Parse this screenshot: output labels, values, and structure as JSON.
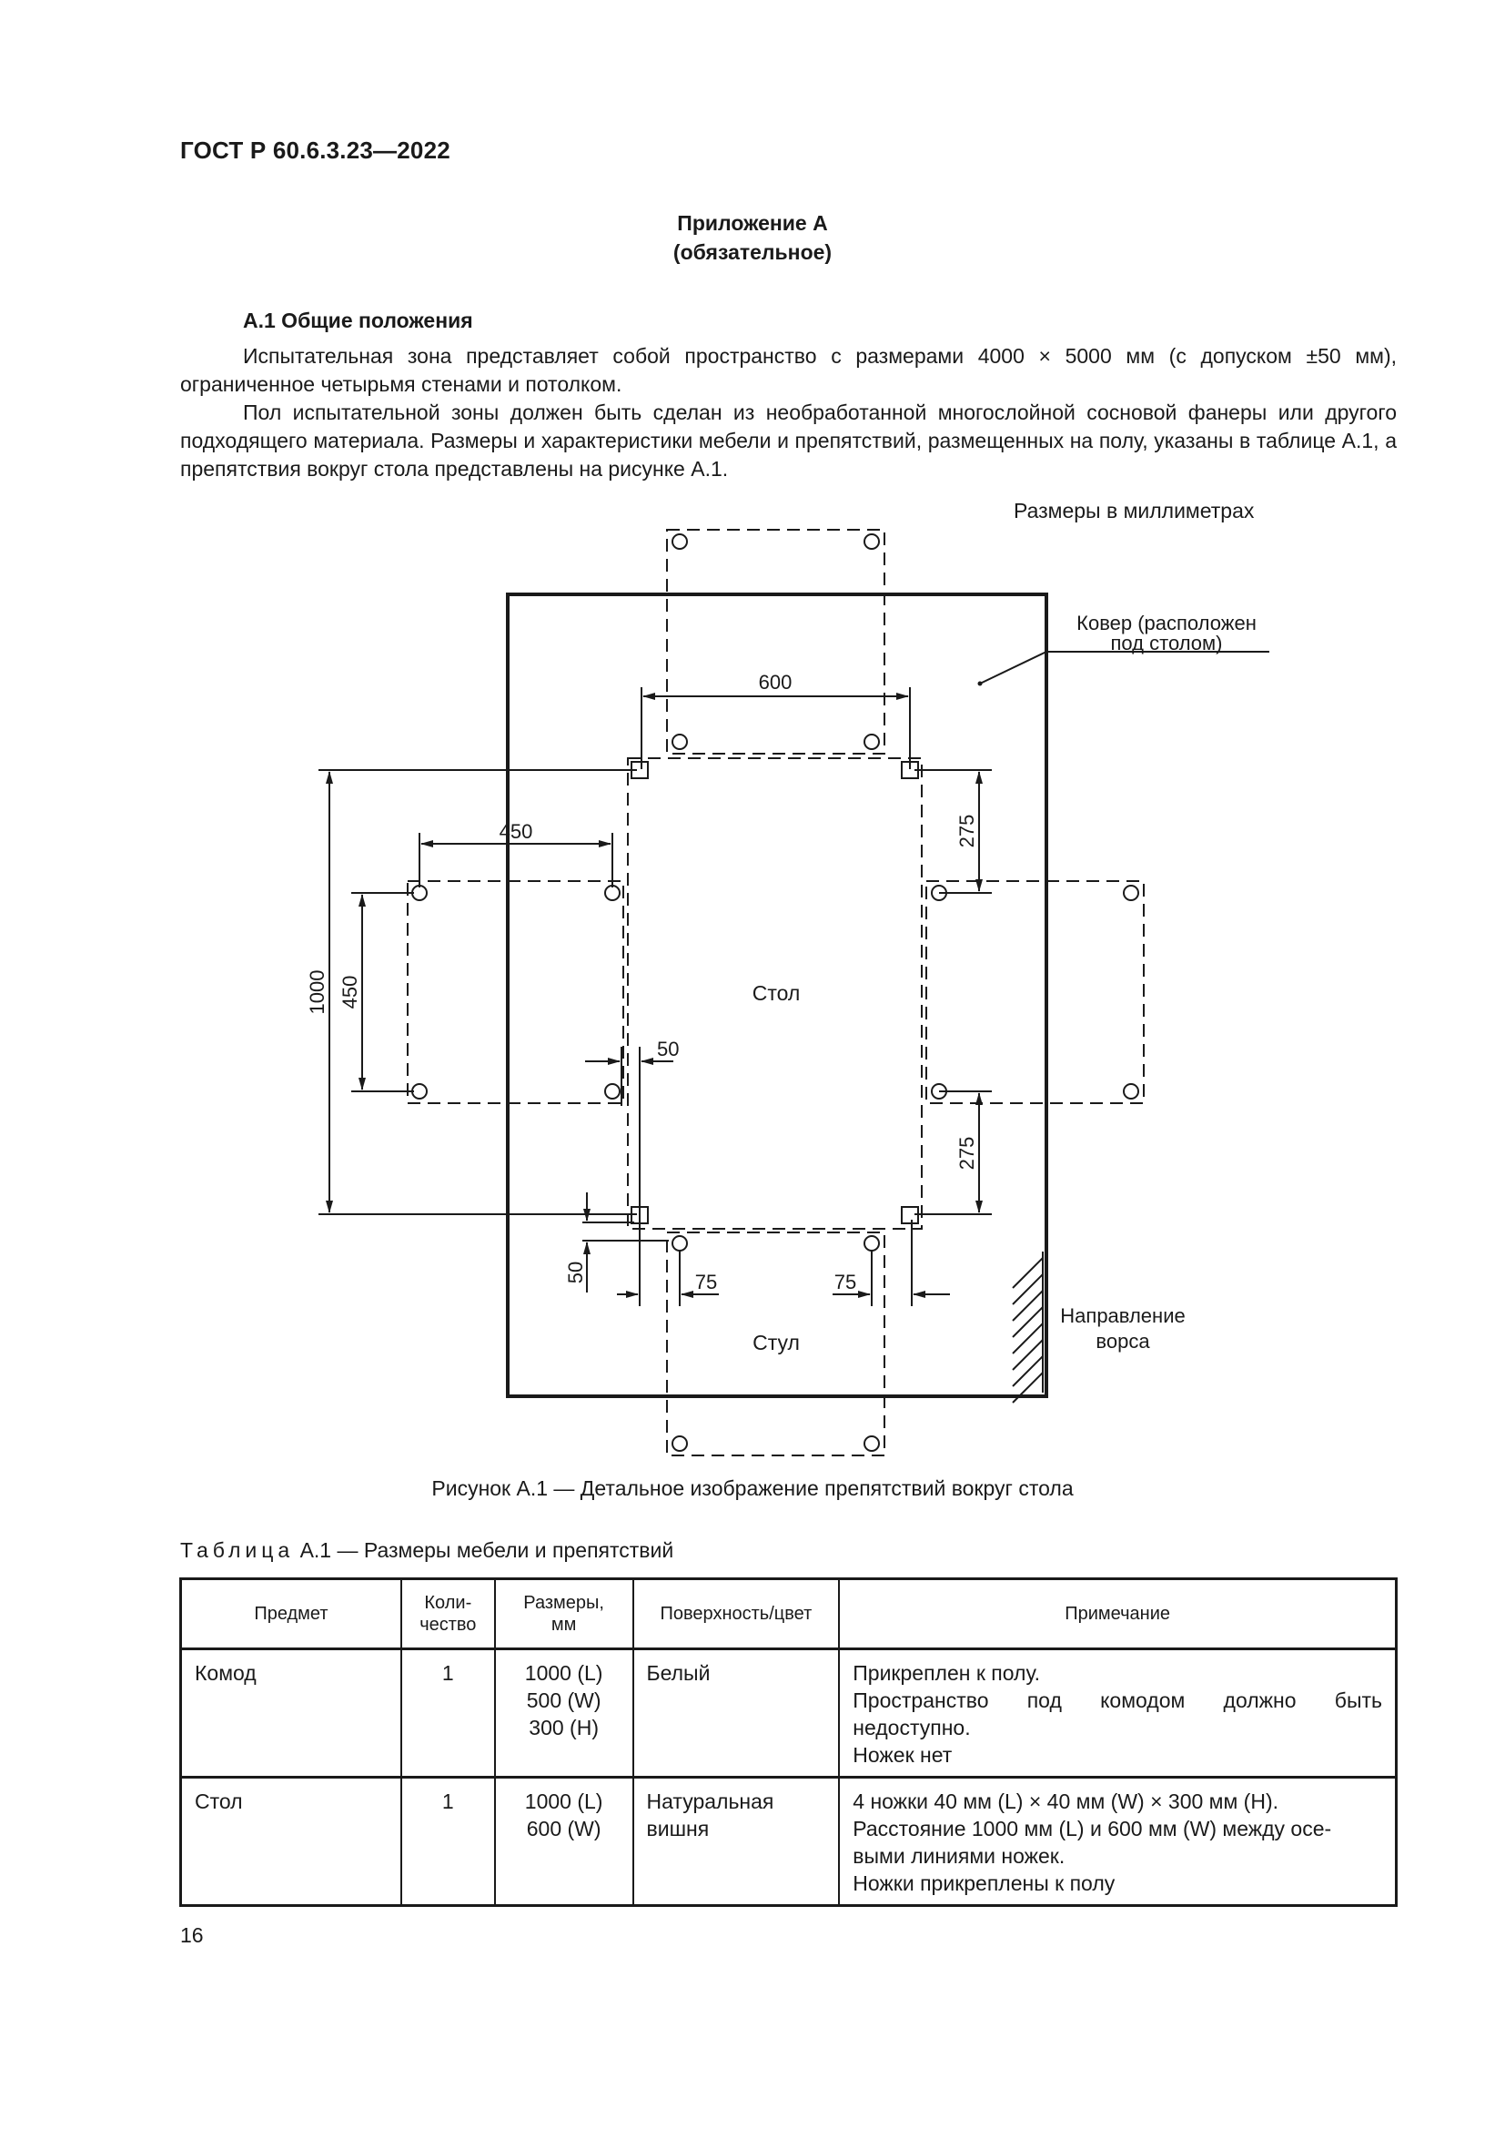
{
  "header": {
    "doc_code": "ГОСТ Р 60.6.3.23—2022"
  },
  "appendix": {
    "title": "Приложение А",
    "subtitle": "(обязательное)"
  },
  "section": {
    "heading": "А.1  Общие положения"
  },
  "paragraphs": [
    "Испытательная зона представляет собой пространство с размерами 4000 × 5000 мм (с допуском ±50 мм), ограниченное четырьмя стенами и потолком.",
    "Пол испытательной зоны должен быть сделан из необработанной многослойной сосновой фанеры или другого подходящего материала. Размеры и характеристики мебели и препятствий, размещенных на полу, указаны в таблице А.1, а препятствия вокруг стола представлены на рисунке А.1."
  ],
  "figure": {
    "units_note": "Размеры в миллиметрах",
    "labels": {
      "carpet_line1": "Ковер (расположен",
      "carpet_line2": "под столом)",
      "table": "Стол",
      "chair": "Стул",
      "pile_line1": "Направление",
      "pile_line2": "ворса"
    },
    "dims": {
      "top_width": "600",
      "left_width": "450",
      "left_height": "450",
      "total_height": "1000",
      "gap_left": "50",
      "gap_bottom": "50",
      "right_top": "275",
      "right_bottom": "275",
      "chair_left": "75",
      "chair_right": "75"
    },
    "caption": "Рисунок А.1 — Детальное изображение препятствий вокруг стола"
  },
  "table": {
    "caption_prefix": "Таблица",
    "caption_rest": " А.1 — Размеры мебели и препятствий",
    "headers": {
      "item": "Предмет",
      "qty_l1": "Коли-",
      "qty_l2": "чество",
      "size_l1": "Размеры,",
      "size_l2": "мм",
      "surface": "Поверхность/цвет",
      "note": "Примечание"
    },
    "rows": [
      {
        "item": "Комод",
        "qty": "1",
        "sizes": [
          "1000 (L)",
          "500 (W)",
          "300 (H)"
        ],
        "surface": [
          "Белый"
        ],
        "notes": [
          "Прикреплен к полу.",
          "Пространство под комодом должно быть",
          "недоступно.",
          "Ножек нет"
        ]
      },
      {
        "item": "Стол",
        "qty": "1",
        "sizes": [
          "1000 (L)",
          "600 (W)"
        ],
        "surface": [
          "Натуральная",
          "вишня"
        ],
        "notes": [
          "4 ножки 40 мм (L) × 40 мм (W) × 300 мм (H).",
          "Расстояние 1000 мм (L) и 600 мм (W) между осе-",
          "выми линиями ножек.",
          "Ножки прикреплены к полу"
        ]
      }
    ]
  },
  "footer": {
    "page_number": "16"
  }
}
